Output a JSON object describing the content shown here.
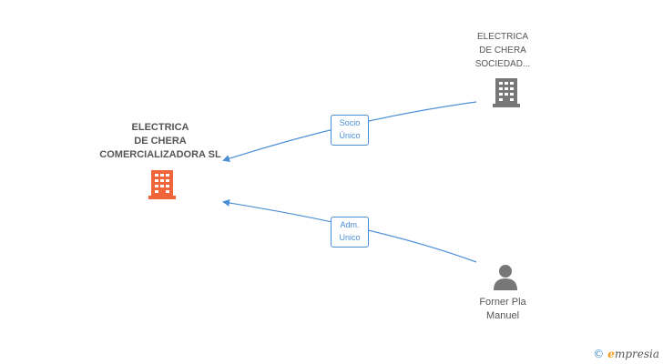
{
  "colors": {
    "edge": "#4a8fd6",
    "main_company_icon": "#f0653a",
    "company_icon": "#777777",
    "person_icon": "#777777"
  },
  "nodes": {
    "main": {
      "lines": [
        "ELECTRICA",
        "DE CHERA",
        "COMERCIALIZADORA SL"
      ],
      "icon": "building-icon"
    },
    "shareholder": {
      "lines": [
        "ELECTRICA",
        "DE CHERA",
        "SOCIEDAD..."
      ],
      "icon": "building-icon"
    },
    "person": {
      "lines": [
        "Forner Pla",
        "Manuel"
      ],
      "icon": "person-icon"
    }
  },
  "edges": [
    {
      "from": "shareholder",
      "to": "main",
      "label_lines": [
        "Socio",
        "Único"
      ]
    },
    {
      "from": "person",
      "to": "main",
      "label_lines": [
        "Adm.",
        "Unico"
      ]
    }
  ],
  "brand": {
    "copyright_symbol": "©",
    "initial": "e",
    "rest": "mpresia"
  }
}
